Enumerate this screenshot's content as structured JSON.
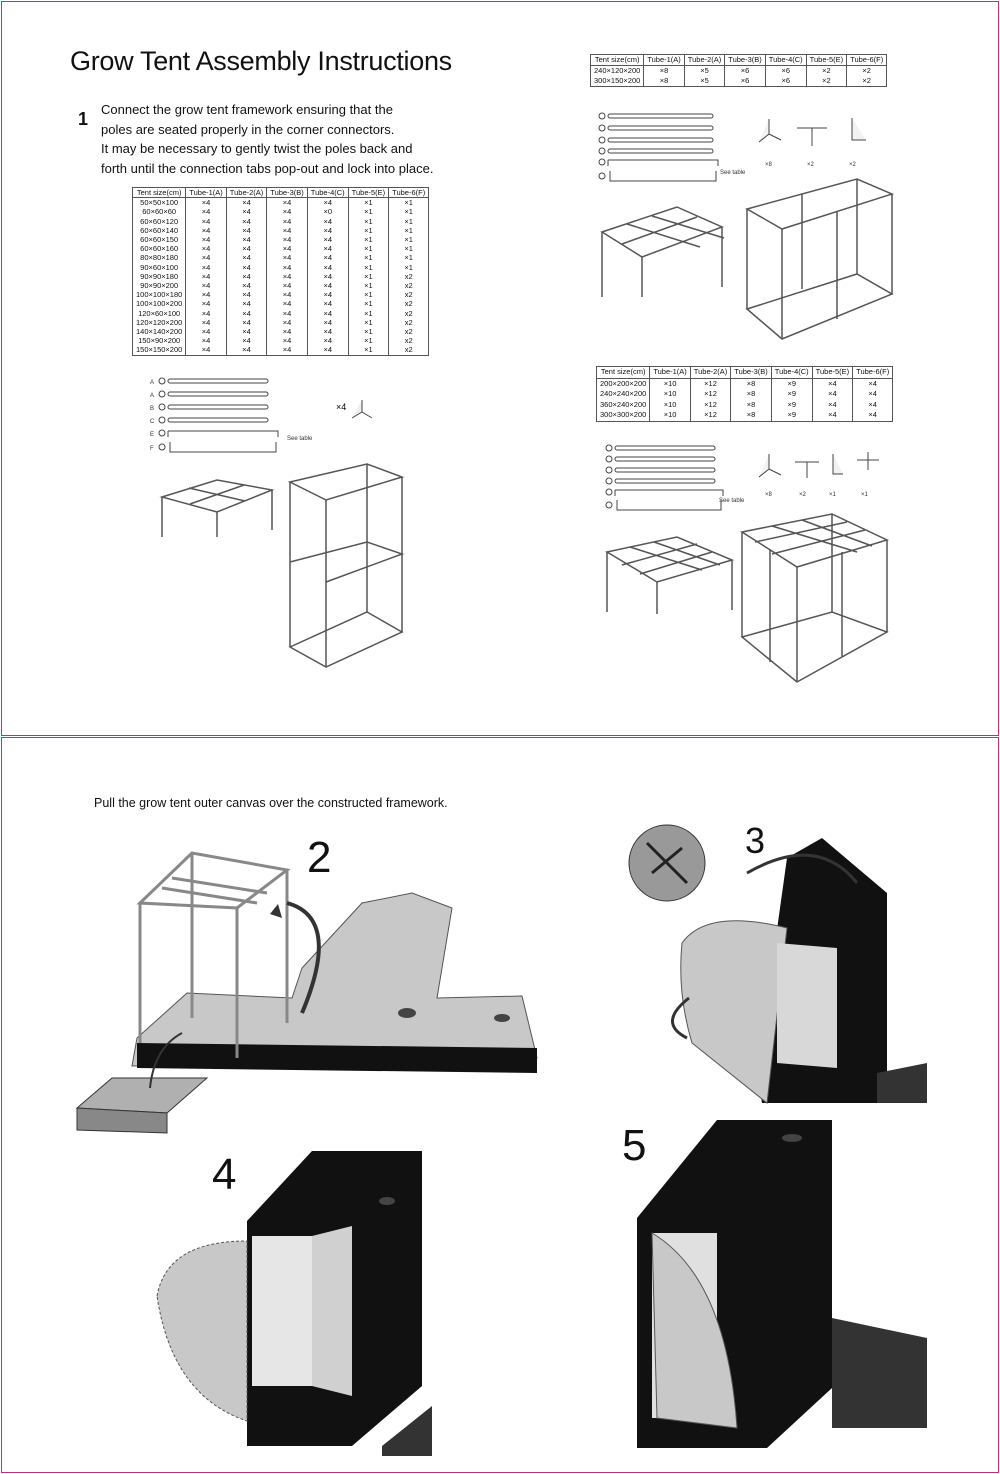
{
  "page": {
    "title": "Grow Tent Assembly Instructions",
    "step1_number": "1",
    "step1_lines": [
      "Connect the grow tent framework ensuring that  the",
      "poles are seated properly in the corner connectors.",
      "It may be necessary to gently twist the poles back  and",
      "forth until the connection tabs pop-out and lock into place."
    ],
    "step2_instruction": "Pull the grow tent outer canvas over the constructed framework.",
    "step_numbers": [
      "2",
      "3",
      "4",
      "5"
    ]
  },
  "tables": {
    "headers": [
      "Tent size(cm)",
      "Tube-1(A)",
      "Tube-2(A)",
      "Tube-3(B)",
      "Tube-4(C)",
      "Tube-5(E)",
      "Tube-6(F)"
    ],
    "small_rows": [
      [
        "50×50×100",
        "×4",
        "×4",
        "×4",
        "×4",
        "×1",
        "×1"
      ],
      [
        "60×60×60",
        "×4",
        "×4",
        "×4",
        "×0",
        "×1",
        "×1"
      ],
      [
        "60×60×120",
        "×4",
        "×4",
        "×4",
        "×4",
        "×1",
        "×1"
      ],
      [
        "60×60×140",
        "×4",
        "×4",
        "×4",
        "×4",
        "×1",
        "×1"
      ],
      [
        "60×60×150",
        "×4",
        "×4",
        "×4",
        "×4",
        "×1",
        "×1"
      ],
      [
        "60×60×160",
        "×4",
        "×4",
        "×4",
        "×4",
        "×1",
        "×1"
      ],
      [
        "80×80×180",
        "×4",
        "×4",
        "×4",
        "×4",
        "×1",
        "×1"
      ],
      [
        "90×60×100",
        "×4",
        "×4",
        "×4",
        "×4",
        "×1",
        "×1"
      ],
      [
        "90×90×180",
        "×4",
        "×4",
        "×4",
        "×4",
        "×1",
        "x2"
      ],
      [
        "90×90×200",
        "×4",
        "×4",
        "×4",
        "×4",
        "×1",
        "x2"
      ],
      [
        "100×100×180",
        "×4",
        "×4",
        "×4",
        "×4",
        "×1",
        "x2"
      ],
      [
        "100×100×200",
        "×4",
        "×4",
        "×4",
        "×4",
        "×1",
        "x2"
      ],
      [
        "120×60×100",
        "×4",
        "×4",
        "×4",
        "×4",
        "×1",
        "x2"
      ],
      [
        "120×120×200",
        "×4",
        "×4",
        "×4",
        "×4",
        "×1",
        "x2"
      ],
      [
        "140×140×200",
        "×4",
        "×4",
        "×4",
        "×4",
        "×1",
        "x2"
      ],
      [
        "150×90×200",
        "×4",
        "×4",
        "×4",
        "×4",
        "×1",
        "x2"
      ],
      [
        "150×150×200",
        "×4",
        "×4",
        "×4",
        "×4",
        "×1",
        "x2"
      ]
    ],
    "medium_rows": [
      [
        "240×120×200",
        "×8",
        "×5",
        "×6",
        "×6",
        "×2",
        "×2"
      ],
      [
        "300×150×200",
        "×8",
        "×5",
        "×6",
        "×6",
        "×2",
        "×2"
      ]
    ],
    "large_rows": [
      [
        "200×200×200",
        "×10",
        "×12",
        "×8",
        "×9",
        "×4",
        "×4"
      ],
      [
        "240×240×200",
        "×10",
        "×12",
        "×8",
        "×9",
        "×4",
        "×4"
      ],
      [
        "360×240×200",
        "×10",
        "×12",
        "×8",
        "×9",
        "×4",
        "×4"
      ],
      [
        "300×300×200",
        "×10",
        "×12",
        "×8",
        "×9",
        "×4",
        "×4"
      ]
    ]
  },
  "diagram_labels": {
    "see_table": "See table",
    "qty_x4": "×4",
    "qty_x8": "×8",
    "qty_x2": "×2",
    "qty_x1": "×1"
  }
}
